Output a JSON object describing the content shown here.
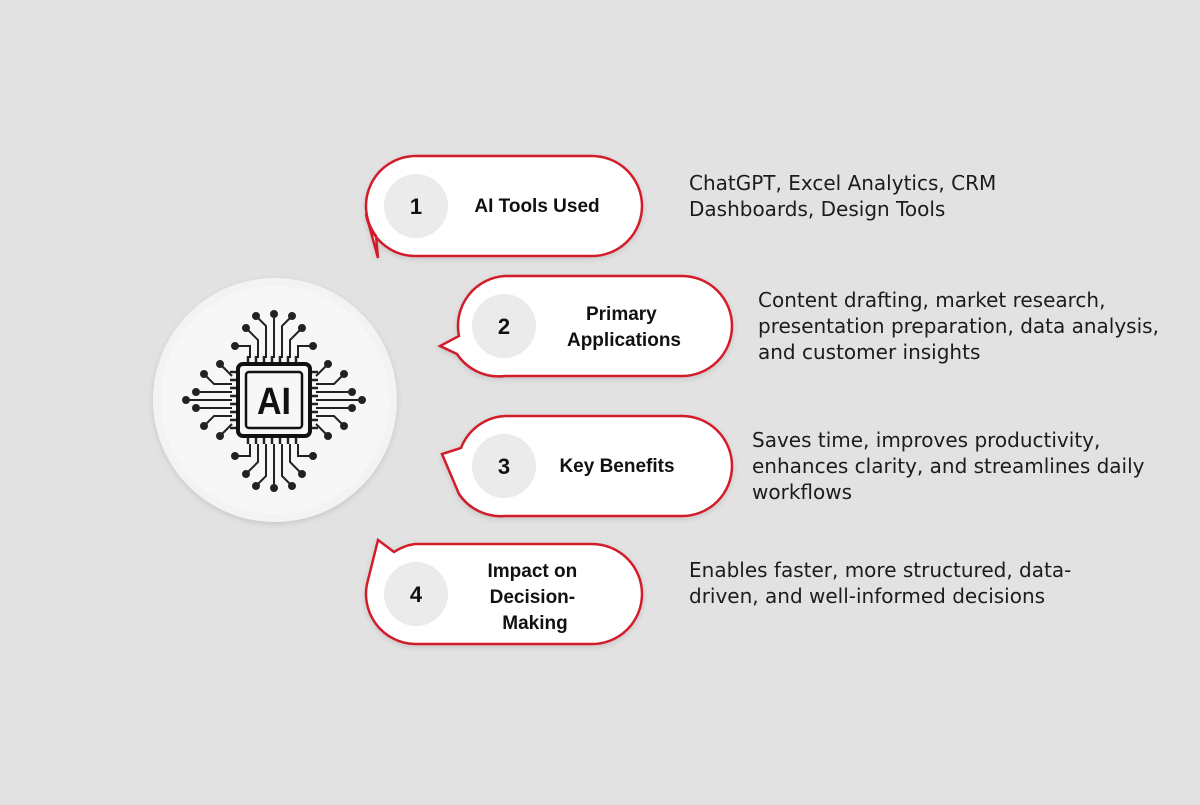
{
  "center": {
    "label": "AI",
    "icon": "ai-chip-icon"
  },
  "colors": {
    "background": "#e2e2e2",
    "accent": "#d21f2b",
    "pill_fill": "#ffffff",
    "number_circle": "#ebebeb",
    "text": "#111111"
  },
  "steps": [
    {
      "number": "1",
      "title": [
        "AI Tools Used"
      ],
      "description": "ChatGPT, Excel Analytics, CRM Dashboards, Design Tools"
    },
    {
      "number": "2",
      "title": [
        "Primary",
        "Applications"
      ],
      "description": "Content drafting, market research, presentation preparation, data analysis, and customer insights"
    },
    {
      "number": "3",
      "title": [
        "Key Benefits"
      ],
      "description": "Saves time, improves productivity, enhances clarity, and streamlines daily workflows"
    },
    {
      "number": "4",
      "title": [
        "Impact on",
        "Decision-",
        "Making"
      ],
      "description": "Enables faster, more structured, data-driven, and well-informed decisions"
    }
  ]
}
